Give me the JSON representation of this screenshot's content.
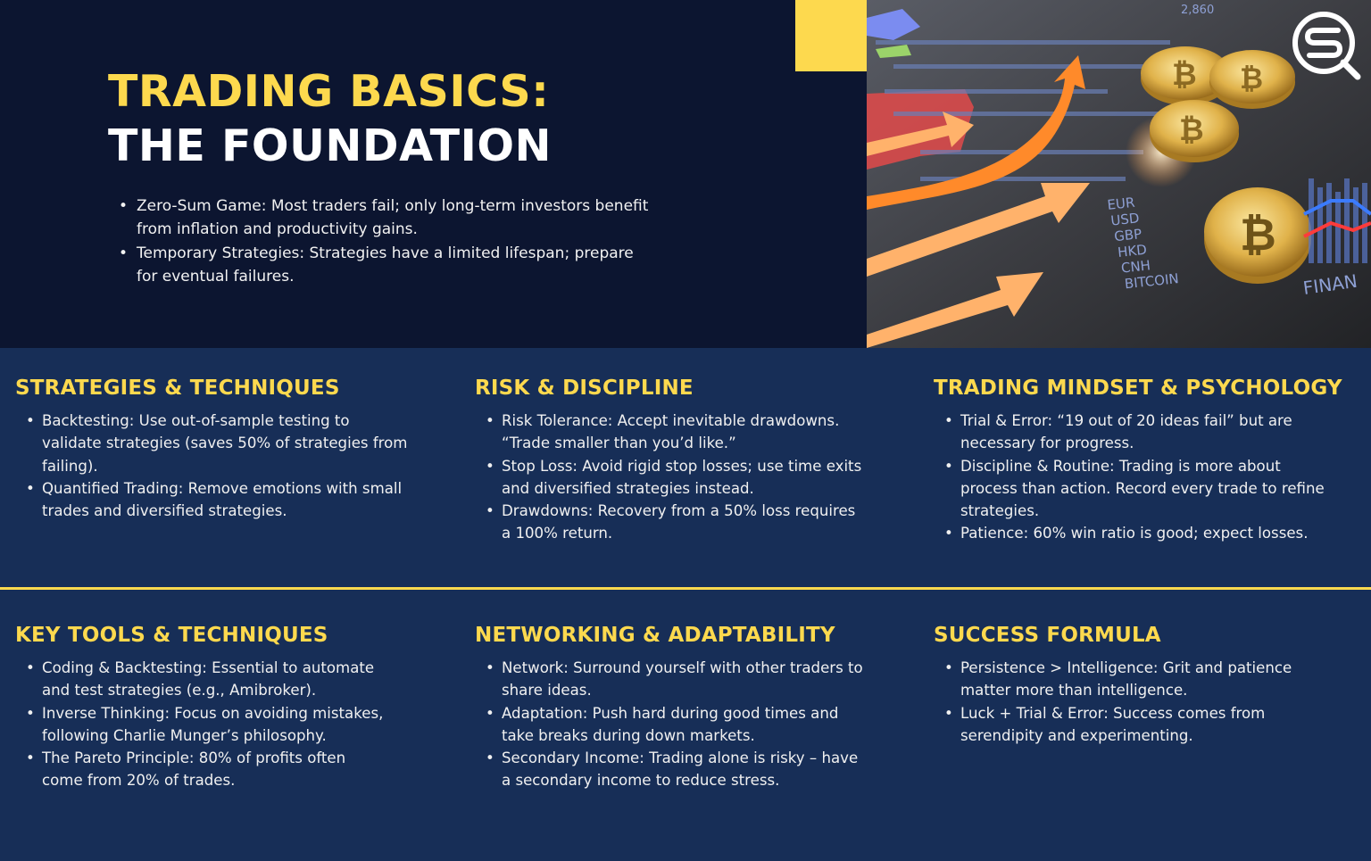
{
  "hero": {
    "title_line1": "TRADING BASICS:",
    "title_line2": "THE FOUNDATION",
    "bullets": [
      "Zero-Sum Game: Most traders fail; only long-term investors benefit from inflation and productivity gains.",
      "Temporary Strategies: Strategies have a limited lifespan; prepare for eventual failures."
    ],
    "image": {
      "description": "bitcoin-coins-with-orange-growth-arrows",
      "labels": [
        "2,860",
        "EUR",
        "USD",
        "GBP",
        "HKD",
        "CNH",
        "BITCOIN",
        "FINAN"
      ]
    }
  },
  "logo": {
    "icon": "sq-magnifier-logo"
  },
  "colors": {
    "hero_bg": "#0c1530",
    "section_bg": "#172e57",
    "accent_yellow": "#fdd94e",
    "text": "#f0f0f0"
  },
  "sections": [
    {
      "title": "STRATEGIES & TECHNIQUES",
      "bullets": [
        "Backtesting: Use out-of-sample testing to validate strategies (saves 50% of strategies from failing).",
        "Quantified Trading: Remove emotions with small trades and diversified strategies."
      ]
    },
    {
      "title": "RISK & DISCIPLINE",
      "bullets": [
        "Risk Tolerance: Accept inevitable drawdowns. “Trade smaller than you’d like.”",
        "Stop Loss: Avoid rigid stop losses; use time exits and diversified strategies instead.",
        "Drawdowns: Recovery from a 50% loss requires a 100% return."
      ]
    },
    {
      "title": "TRADING MINDSET & PSYCHOLOGY",
      "bullets": [
        "Trial & Error: “19 out of 20 ideas fail” but are necessary for progress.",
        "Discipline & Routine: Trading is more about process than action. Record every trade to refine strategies.",
        "Patience: 60% win ratio is good; expect losses."
      ]
    },
    {
      "title": "KEY TOOLS & TECHNIQUES",
      "bullets": [
        "Coding & Backtesting: Essential to automate and test strategies (e.g., Amibroker).",
        "Inverse Thinking: Focus on avoiding mistakes, following Charlie Munger’s philosophy.",
        "The Pareto Principle: 80% of profits often come from 20% of trades."
      ]
    },
    {
      "title": "NETWORKING & ADAPTABILITY",
      "bullets": [
        "Network: Surround yourself with other traders to share ideas.",
        "Adaptation: Push hard during good times and take breaks during down markets.",
        "Secondary Income: Trading alone is risky – have a secondary income to reduce stress."
      ]
    },
    {
      "title": "SUCCESS FORMULA",
      "bullets": [
        "Persistence > Intelligence: Grit and patience matter more than intelligence.",
        "Luck + Trial & Error: Success comes from serendipity and experimenting."
      ]
    }
  ]
}
